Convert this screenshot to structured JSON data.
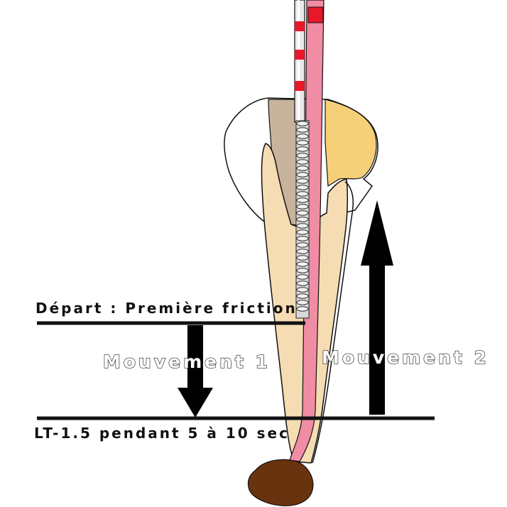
{
  "labels": {
    "depart": "Départ  : Première friction",
    "mouvement1": "Mouvement 1",
    "mouvement2": "Mouvement 2",
    "lt": "LT-1.5 pendant 5 à 10 sec"
  },
  "colors": {
    "dentin": "#f6dcb3",
    "crown_left": "#c8b39c",
    "crown_right": "#f6cf79",
    "canal": "#f08ca4",
    "file_marker": "#e8182a",
    "apex_lesion": "#6a3310",
    "line": "#111111",
    "arrow": "#000000"
  },
  "icons": {
    "instrument": "endodontic-file-icon",
    "arrow_down": "arrow-down-icon",
    "arrow_up": "arrow-up-icon"
  }
}
